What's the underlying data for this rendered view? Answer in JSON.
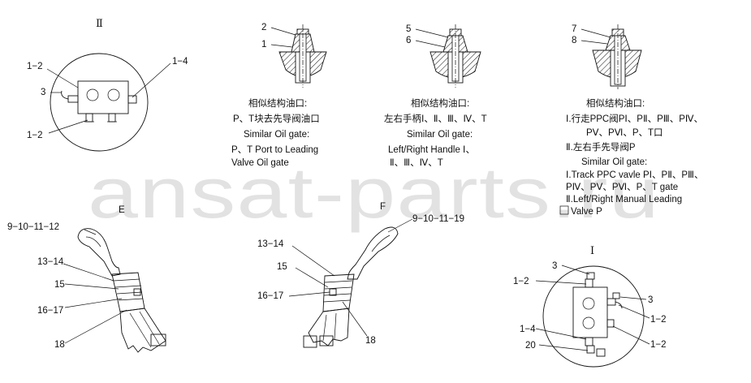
{
  "views": {
    "view_ii_title": "Ⅱ",
    "view_i_title": "Ⅰ",
    "view_e_title": "E",
    "view_f_title": "F"
  },
  "callouts": {
    "c_1_2_top": "1−2",
    "c_3_left": "3",
    "c_1_4_top": "1−4",
    "c_1_2_bottom": "1−2",
    "c_2": "2",
    "c_1": "1",
    "c_5": "5",
    "c_6": "6",
    "c_7": "7",
    "c_8": "8",
    "c_9_12": "9−10−11−12",
    "c_13_14_left": "13−14",
    "c_15_left": "15",
    "c_16_17_left": "16−17",
    "c_18_left": "18",
    "c_9_19": "9−10−11−19",
    "c_13_14_mid": "13−14",
    "c_15_mid": "15",
    "c_16_17_mid": "16−17",
    "c_18_mid": "18",
    "c_3_i_top": "3",
    "c_1_2_i_left": "1−2",
    "c_3_i_right": "3",
    "c_1_2_i_right_top": "1−2",
    "c_1_4_i": "1−4",
    "c_20_i": "20",
    "c_1_2_i_right_bottom": "1−2"
  },
  "notes": {
    "left": {
      "l1": "相似结构油口:",
      "l2": "P、T块去先导阀油口",
      "l3": "Similar Oil gate:",
      "l4": "P、T Port to Leading",
      "l5": "Valve Oil gate"
    },
    "middle": {
      "l1": "相似结构油口:",
      "l2": "左右手柄Ⅰ、Ⅱ、Ⅲ、Ⅳ、T",
      "l3": "Similar Oil gate:",
      "l4": "Left/Right Handle Ⅰ、",
      "l5": "Ⅱ、Ⅲ、Ⅳ、T"
    },
    "right": {
      "l1": "相似结构油口:",
      "l2": "Ⅰ.行走PPC阀PⅠ、PⅡ、PⅢ、PⅣ、",
      "l3": "PⅤ、PⅥ、P、T口",
      "l4": "Ⅱ.左右手先导阀P",
      "l5": "Similar Oil gate:",
      "l6": "Ⅰ.Track PPC vavle PⅠ、PⅡ、PⅢ、",
      "l7": "PⅣ、PⅤ、PⅥ、P、T gate",
      "l8": "Ⅱ.Left/Right Manual Leading",
      "l9": "Valve P"
    }
  },
  "watermark": "ansat-parts.ru"
}
